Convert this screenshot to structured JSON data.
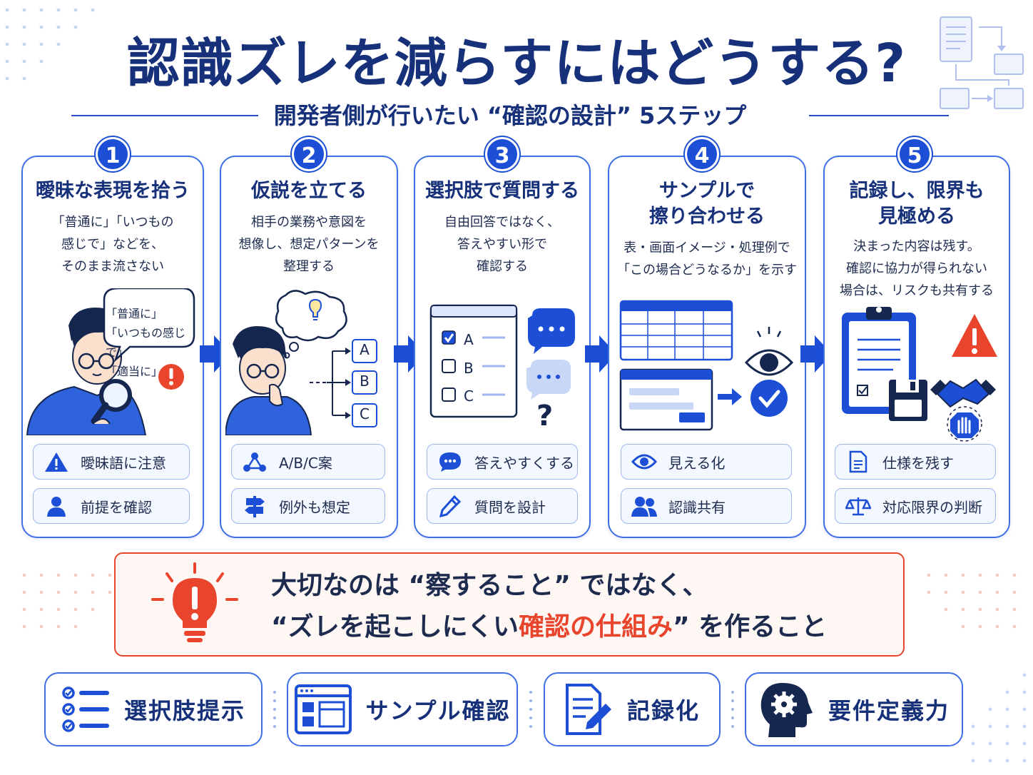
{
  "title": "認識ズレを減らすにはどうする?",
  "subtitle": "開発者側が行いたい “確認の設計” 5ステップ",
  "steps": [
    {
      "number": "1",
      "title": "曖昧な表現を拾う",
      "description": "「普通に」「いつもの\n感じで」などを、\nそのまま流さない",
      "bubble": "「普通に」\n「いつもの感じで」\n「適当に」",
      "tags": [
        {
          "icon": "warning-icon",
          "label": "曖昧語に注意"
        },
        {
          "icon": "person-icon",
          "label": "前提を確認"
        }
      ]
    },
    {
      "number": "2",
      "title": "仮説を立てる",
      "description": "相手の業務や意図を\n想像し、想定パターンを\n整理する",
      "options": [
        "A",
        "B",
        "C"
      ],
      "tags": [
        {
          "icon": "branch-nodes-icon",
          "label": "A/B/C案"
        },
        {
          "icon": "signpost-icon",
          "label": "例外も想定"
        }
      ]
    },
    {
      "number": "3",
      "title": "選択肢で質問する",
      "description": "自由回答ではなく、\n答えやすい形で\n確認する",
      "choices": [
        "A",
        "B",
        "C"
      ],
      "question_mark": "?",
      "tags": [
        {
          "icon": "chat-bubble-icon",
          "label": "答えやすくする"
        },
        {
          "icon": "pencil-icon",
          "label": "質問を設計"
        }
      ]
    },
    {
      "number": "4",
      "title": "サンプルで\n擦り合わせる",
      "description": "表・画面イメージ・処理例で\n「この場合どうなるか」を示す",
      "tags": [
        {
          "icon": "eye-icon",
          "label": "見える化"
        },
        {
          "icon": "people-icon",
          "label": "認識共有"
        }
      ]
    },
    {
      "number": "5",
      "title": "記録し、限界も\n見極める",
      "description": "決まった内容は残す。\n確認に協力が得られない\n場合は、リスクも共有する",
      "tags": [
        {
          "icon": "document-icon",
          "label": "仕様を残す"
        },
        {
          "icon": "scales-icon",
          "label": "対応限界の判断"
        }
      ]
    }
  ],
  "key_message": {
    "line1": "大切なのは “察すること” ではなく、",
    "line2_prefix": "“ズレを起こしにくい",
    "line2_highlight": "確認の仕組み",
    "line2_suffix": "” を作ること"
  },
  "bottom_items": [
    {
      "icon": "checklist-icon",
      "label": "選択肢提示"
    },
    {
      "icon": "window-layout-icon",
      "label": "サンプル確認"
    },
    {
      "icon": "document-edit-icon",
      "label": "記録化"
    },
    {
      "icon": "head-gear-icon",
      "label": "要件定義力"
    }
  ],
  "colors": {
    "primary": "#1c4fd6",
    "navy": "#16307a",
    "accent": "#e8452c"
  }
}
